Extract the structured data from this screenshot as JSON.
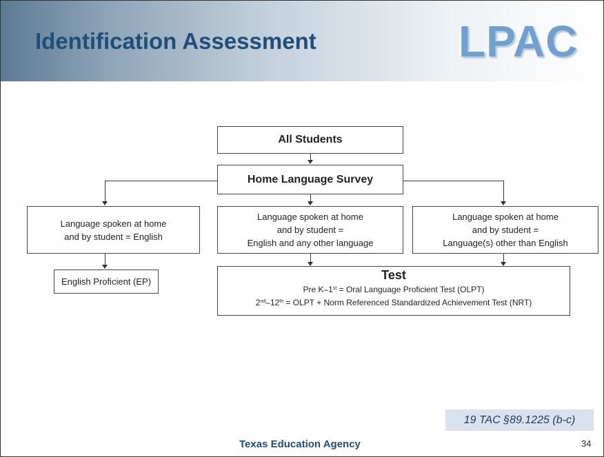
{
  "title": "Identification Assessment",
  "logo": "LPAC",
  "flowchart": {
    "all_students": "All Students",
    "home_language_survey": "Home Language Survey",
    "left_box": {
      "line1": "Language spoken at home",
      "line2": "and by student = English"
    },
    "middle_box": {
      "line1": "Language spoken at home",
      "line2": "and by student =",
      "line3": "English and any other language"
    },
    "right_box": {
      "line1": "Language spoken at home",
      "line2": "and by student =",
      "line3": "Language(s) other than English"
    },
    "english_proficient": "English Proficient (EP)",
    "test": {
      "heading": "Test",
      "line1_prefix": "Pre K–1",
      "line1_sup": "st",
      "line1_rest": " = Oral Language Proficient Test (OLPT)",
      "line2_a": "2",
      "line2_sup1": "nd",
      "line2_b": "–12",
      "line2_sup2": "th",
      "line2_rest": " = OLPT + Norm Referenced Standardized Achievement Test (NRT)"
    }
  },
  "citation": "19 TAC §89.1225 (b-c)",
  "footer": "Texas Education Agency",
  "page_number": "34",
  "colors": {
    "title": "#1f4e79",
    "logo": "#6fa0d0",
    "citation_bg": "#d9e2ee"
  }
}
